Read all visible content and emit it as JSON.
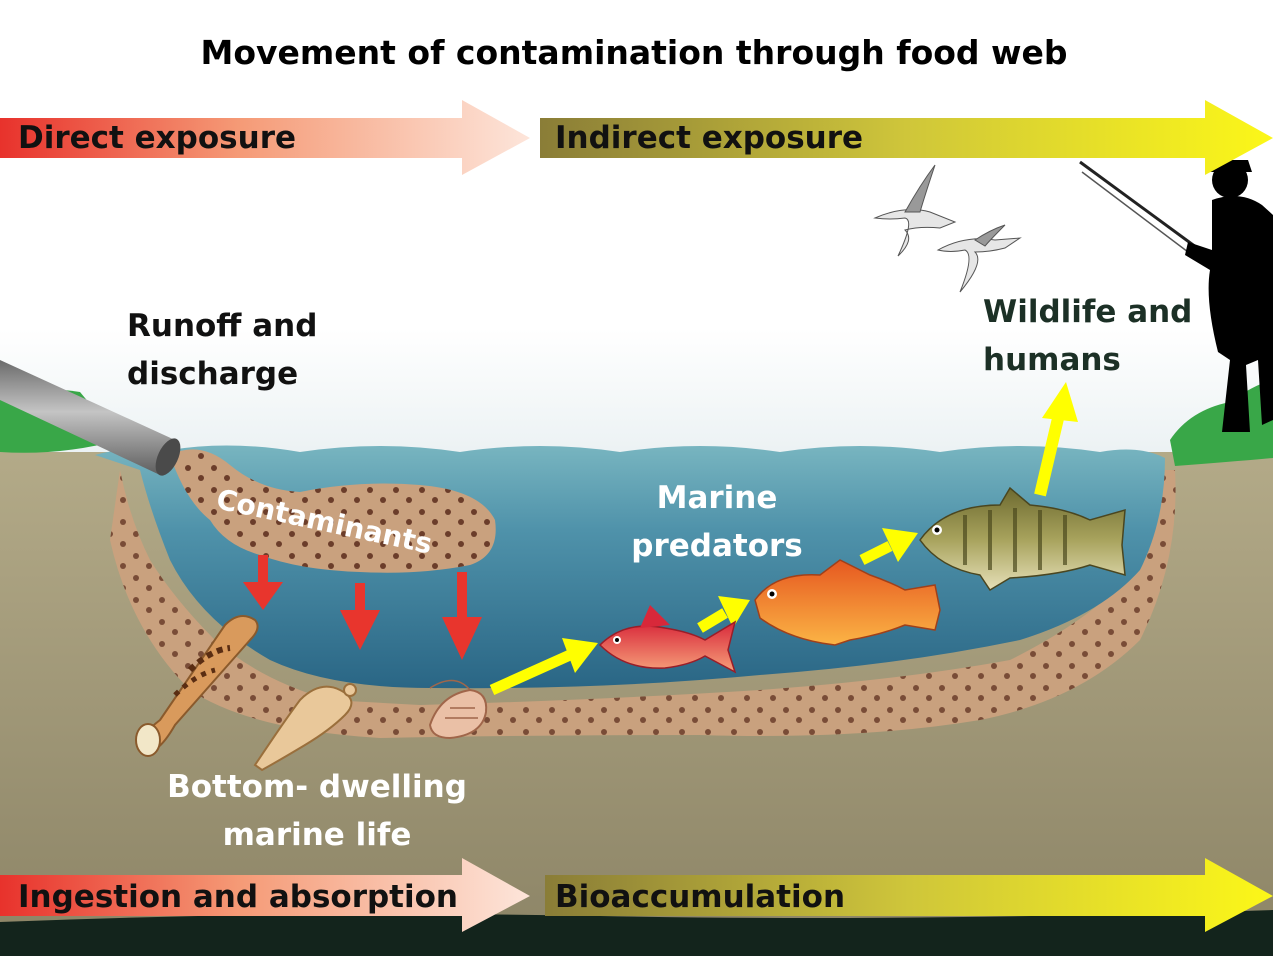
{
  "title": "Movement of contamination through food web",
  "arrows": {
    "top_left": "Direct exposure",
    "top_right": "Indirect exposure",
    "bottom_left": "Ingestion and absorption",
    "bottom_right": "Bioaccumulation"
  },
  "labels": {
    "runoff_line1": "Runoff and",
    "runoff_line2": "discharge",
    "contaminants": "Contaminants",
    "predators_line1": "Marine",
    "predators_line2": "predators",
    "wildlife_line1": "Wildlife and",
    "wildlife_line2": "humans",
    "bottom_line1": "Bottom- dwelling",
    "bottom_line2": "marine life"
  },
  "colors": {
    "direct_arrow": "#e8322c",
    "indirect_arrow": "#f3ee1e",
    "water": "#3f87a2",
    "sediment": "#c9a17e",
    "ground": "#a49a78",
    "grass": "#39a748",
    "contaminant_arrow": "#e8352d",
    "food_chain_arrow": "#ffff00"
  },
  "icons": [
    "discharge-pipe-icon",
    "sea-cucumber-icon",
    "worm-icon",
    "shrimp-icon",
    "small-red-fish-icon",
    "orange-rockfish-icon",
    "striped-bass-icon",
    "seagull-icon",
    "fisherman-silhouette-icon"
  ]
}
